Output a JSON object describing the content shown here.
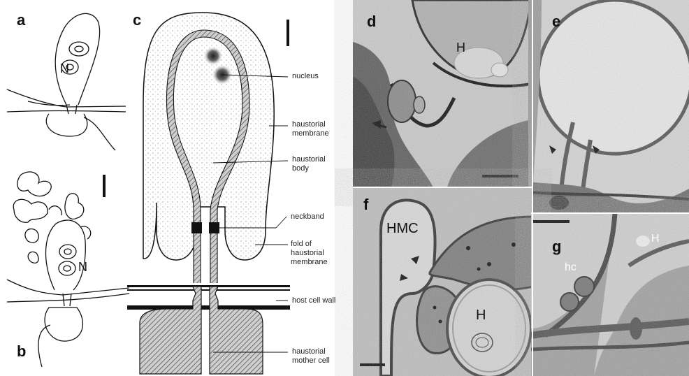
{
  "figure": {
    "panels": {
      "a": {
        "label": "a",
        "nucleus_label": "N"
      },
      "b": {
        "label": "b",
        "nucleus_label": "N"
      },
      "c": {
        "label": "c",
        "annotations": {
          "nucleus": "nucleus",
          "membrane_1": "haustorial",
          "membrane_2": "membrane",
          "body_1": "haustorial",
          "body_2": "body",
          "neckband": "neckband",
          "fold_1": "fold of",
          "fold_2": "haustorial",
          "fold_3": "membrane",
          "wall": "host cell wall",
          "mother_1": "haustorial",
          "mother_2": "mother cell"
        }
      },
      "d": {
        "label": "d",
        "H": "H"
      },
      "e": {
        "label": "e"
      },
      "f": {
        "label": "f",
        "HMC": "HMC",
        "H": "H"
      },
      "g": {
        "label": "g",
        "H": "H",
        "hc": "hc"
      }
    },
    "colors": {
      "micrograph_dark": "#3a3a3a",
      "micrograph_mid": "#9a9a9a",
      "micrograph_light": "#d6d6d6",
      "ink": "#111111"
    }
  }
}
